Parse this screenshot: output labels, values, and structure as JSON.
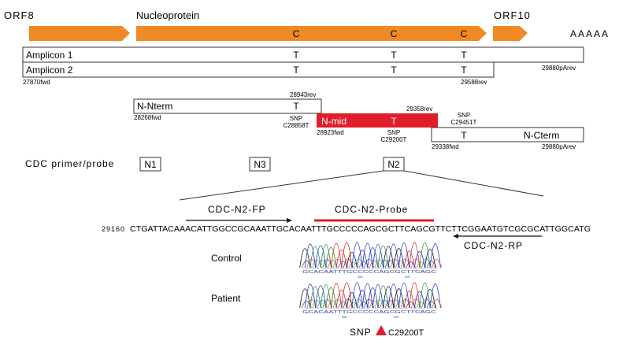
{
  "genes": {
    "orf8": "ORF8",
    "nucleoprotein": "Nucleoprotein",
    "orf10": "ORF10",
    "polya": "AAAAA",
    "c_marks": [
      "C",
      "C",
      "C"
    ]
  },
  "amplicons": {
    "amplicon1": "Amplicon 1",
    "amplicon2": "Amplicon 2",
    "a1_rev": "29880pArev",
    "a2_fwd": "27870fwd",
    "a2_rev": "29588rev",
    "t_mark": "T"
  },
  "nested": {
    "nterm": "N-Nterm",
    "nterm_fwd": "28268fwd",
    "nterm_rev": "28943rev",
    "snp_label": "SNP",
    "snp_c28858t": "C28858T",
    "nmid": "N-mid",
    "nmid_fwd": "28923fwd",
    "nmid_rev": "29358rev",
    "snp_c29200t": "C29200T",
    "snp_c29451t": "C29451T",
    "cterm": "N-Cterm",
    "cterm_fwd": "29338fwd",
    "cterm_rev": "29880pArev"
  },
  "cdc": {
    "label": "CDC primer/probe",
    "n1": "N1",
    "n3": "N3",
    "n2": "N2"
  },
  "sequence": {
    "fp": "CDC-N2-FP",
    "probe": "CDC-N2-Probe",
    "rp": "CDC-N2-RP",
    "start_pos": "29160",
    "seq": "CTGATTACAAACATTGGCCGCAAATTGCACAATTTGCCCCCAGCGCTTCAGCGTTCTTCGGAATGTCGCGCATTGGCATG"
  },
  "traces": {
    "control": "Control",
    "patient": "Patient",
    "control_bases": "GCACAATTTGCCCCCAGCGCTTCAGC",
    "patient_bases": "GCACAATTTGCCCCCAGCGCTTCAGC",
    "control_ticks": [
      "380",
      "390"
    ],
    "patient_ticks": [
      "380",
      "390"
    ],
    "snp_label": "SNP",
    "snp_name": "C29200T"
  },
  "colors": {
    "gene": "#f08a24",
    "red": "#e01e2b",
    "trace_a": "#2e9a3a",
    "trace_c": "#2a3fd0",
    "trace_g": "#222222",
    "trace_t": "#e03030"
  }
}
